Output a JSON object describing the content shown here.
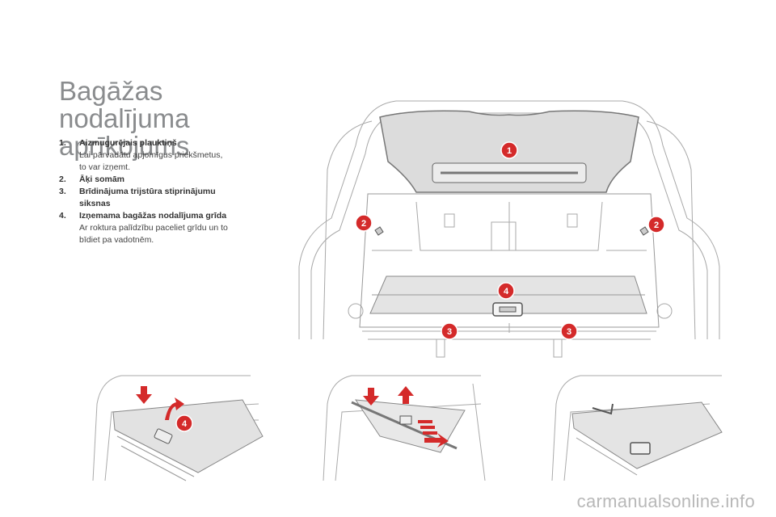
{
  "title": {
    "line1": "Bagāžas nodalījuma",
    "line2": "aprīkojums"
  },
  "items": [
    {
      "num": "1.",
      "head": "Aizmugurējais plauktiņš",
      "desc": [
        "Lai pārvadātu apjomīgus priekšmetus,",
        "to var izņemt."
      ]
    },
    {
      "num": "2.",
      "head": "Āķi somām",
      "desc": []
    },
    {
      "num": "3.",
      "head": "Brīdinājuma trijstūra stiprinājumu",
      "head2": "siksnas",
      "desc": []
    },
    {
      "num": "4.",
      "head": "Izņemama bagāžas nodalījuma grīda",
      "desc": [
        "Ar roktura palīdzību paceliet grīdu un to",
        "bīdiet pa vadotnēm."
      ]
    }
  ],
  "badges": {
    "one": "1",
    "two": "2",
    "three": "3",
    "four": "4"
  },
  "colors": {
    "badge": "#d42a2a",
    "line": "#9a9a9a",
    "shelf": "#dcdcdc",
    "floor": "#e4e4e4"
  },
  "watermark": "carmanualsonline.info"
}
